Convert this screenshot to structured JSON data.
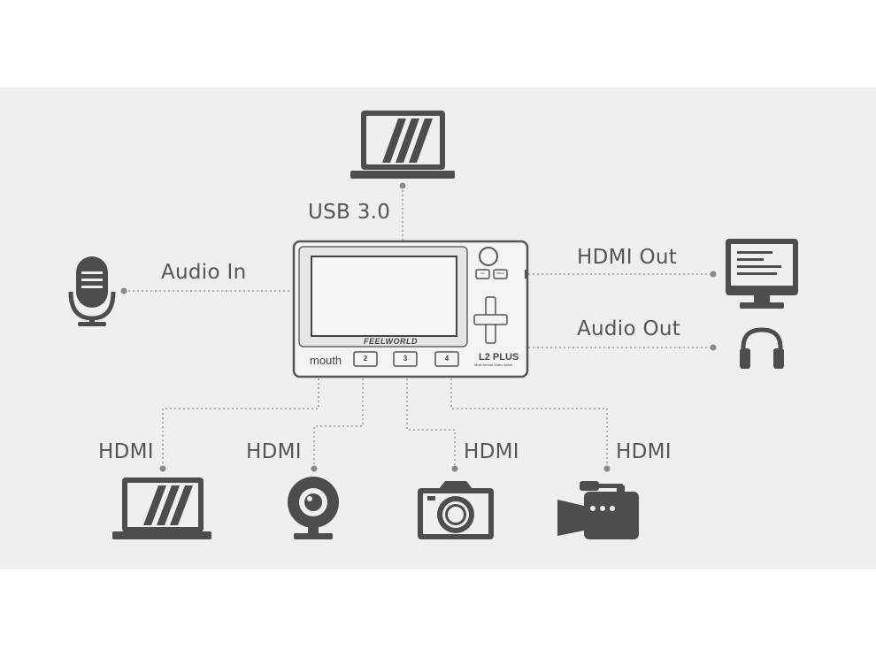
{
  "connections": {
    "usb": "USB 3.0",
    "audio_in": "Audio In",
    "hdmi_out": "HDMI Out",
    "audio_out": "Audio Out",
    "inputs": [
      "HDMI",
      "HDMI",
      "HDMI",
      "HDMI"
    ]
  },
  "device": {
    "brand": "FEELWORLD",
    "model": "L2 PLUS",
    "subtitle": "Multi-format Video Mixer",
    "button_1": "mouth",
    "buttons": [
      "2",
      "3",
      "4"
    ],
    "small_buttons": [
      "Set",
      "MENU"
    ]
  },
  "colors": {
    "icon": "#4d4d4d",
    "line": "#9a9a9a",
    "panel": "#efefef",
    "text": "#555555"
  }
}
